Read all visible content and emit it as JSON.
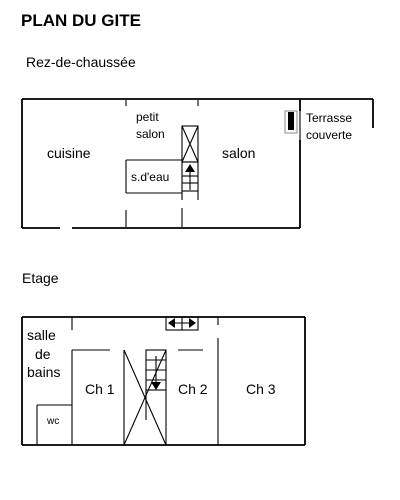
{
  "title": "PLAN DU GITE",
  "ground_floor": {
    "label": "Rez-de-chaussée",
    "rooms": {
      "cuisine": "cuisine",
      "petit_salon_line1": "petit",
      "petit_salon_line2": "salon",
      "salon": "salon",
      "sdeau": "s.d'eau",
      "terrasse_line1": "Terrasse",
      "terrasse_line2": "couverte"
    }
  },
  "upper_floor": {
    "label": "Etage",
    "rooms": {
      "salle_line1": "salle",
      "salle_line2": "de",
      "salle_line3": "bains",
      "wc": "wc",
      "ch1": "Ch 1",
      "ch2": "Ch 2",
      "ch3": "Ch 3"
    }
  }
}
